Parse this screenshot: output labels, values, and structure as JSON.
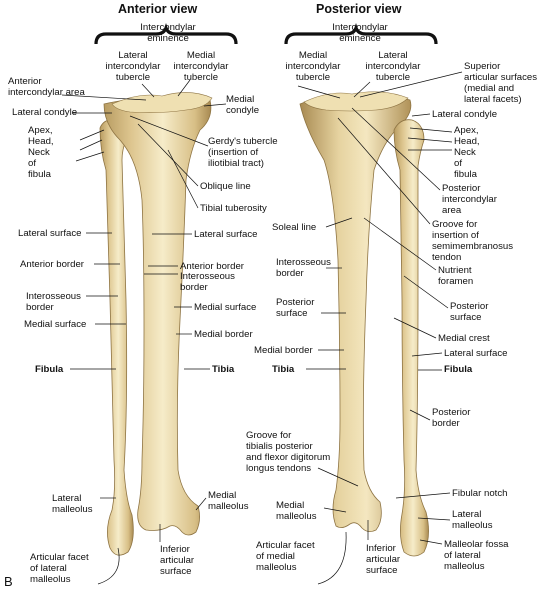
{
  "titles": {
    "anterior": "Anterior view",
    "posterior": "Posterior view"
  },
  "panel_letter": "B",
  "colors": {
    "bone": "#e6d3a0",
    "bone_shadow": "#b89c62",
    "bone_highlight": "#f6ecc9",
    "line": "#111111"
  },
  "anterior": {
    "intercondylar_eminence": "Intercondylar\neminence",
    "lateral_intercondylar_tubercle": "Lateral\nintercondylar\ntubercle",
    "medial_intercondylar_tubercle": "Medial\nintercondylar\ntubercle",
    "anterior_intercondylar_area": "Anterior\nintercondylar area",
    "lateral_condyle": "Lateral condyle",
    "medial_condyle": "Medial\ncondyle",
    "apex_head_neck": "Apex,\nHead,\nNeck\nof\nfibula",
    "gerdys_tubercle": "Gerdy's tubercle\n(insertion of\niliotibial tract)",
    "oblique_line": "Oblique line",
    "tibial_tuberosity": "Tibial tuberosity",
    "lateral_surface_fibula": "Lateral surface",
    "lateral_surface_tibia": "Lateral surface",
    "anterior_border_fibula": "Anterior border",
    "anterior_border_tibia": "Anterior border",
    "interosseous_border_tibia": "Interosseous\nborder",
    "interosseous_border_fibula": "Interosseous\nborder",
    "medial_surface_tibia": "Medial surface",
    "medial_surface_fibula": "Medial surface",
    "medial_border": "Medial border",
    "fibula": "Fibula",
    "tibia": "Tibia",
    "lateral_malleolus": "Lateral\nmalleolus",
    "medial_malleolus": "Medial\nmalleolus",
    "inferior_articular_surface": "Inferior\narticular\nsurface",
    "articular_facet_lateral_malleolus": "Articular facet\nof lateral\nmalleolus"
  },
  "posterior": {
    "intercondylar_eminence": "Intercondylar\neminence",
    "medial_intercondylar_tubercle": "Medial\nintercondylar\ntubercle",
    "lateral_intercondylar_tubercle": "Lateral\nintercondylar\ntubercle",
    "superior_articular_surfaces": "Superior\narticular surfaces\n(medial and\nlateral facets)",
    "lateral_condyle": "Lateral condyle",
    "apex_head_neck": "Apex,\nHead,\nNeck\nof\nfibula",
    "posterior_intercondylar_area": "Posterior\nintercondylar\narea",
    "groove_semimembranosus": "Groove for\ninsertion of\nsemimembranosus\ntendon",
    "soleal_line": "Soleal line",
    "nutrient_foramen": "Nutrient\nforamen",
    "interosseous_border": "Interosseous\nborder",
    "posterior_surface_tibia": "Posterior\nsurface",
    "posterior_surface_fibula": "Posterior\nsurface",
    "medial_crest": "Medial crest",
    "medial_border": "Medial border",
    "lateral_surface": "Lateral surface",
    "tibia": "Tibia",
    "fibula": "Fibula",
    "posterior_border": "Posterior\nborder",
    "groove_tibialis": "Groove for\ntibialis posterior\nand flexor digitorum\nlongus tendons",
    "fibular_notch": "Fibular notch",
    "medial_malleolus": "Medial\nmalleolus",
    "lateral_malleolus": "Lateral\nmalleolus",
    "articular_facet_medial_malleolus": "Articular facet\nof medial\nmalleolus",
    "inferior_articular_surface": "Inferior\narticular\nsurface",
    "malleolar_fossa": "Malleolar fossa\nof lateral\nmalleolus"
  }
}
